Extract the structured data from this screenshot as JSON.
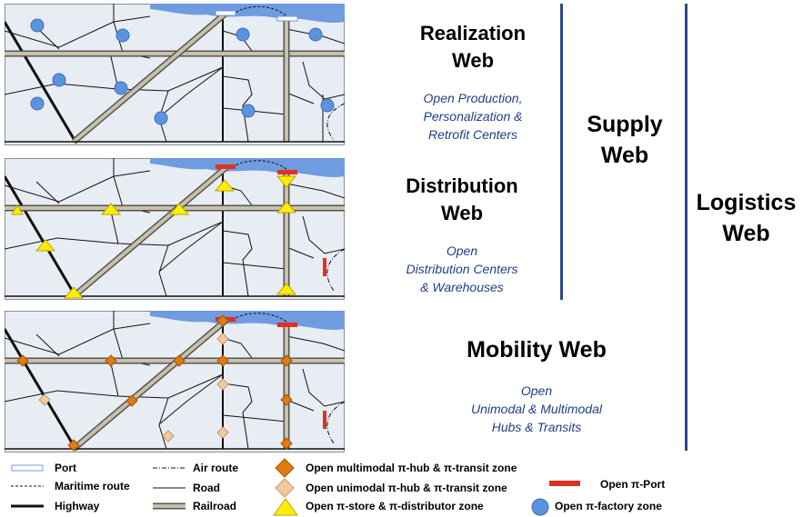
{
  "webs": {
    "realization": {
      "title_line1": "Realization",
      "title_line2": "Web",
      "desc": [
        "Open Production,",
        "Personalization &",
        "Retrofit Centers"
      ]
    },
    "distribution": {
      "title_line1": "Distribution",
      "title_line2": "Web",
      "desc": [
        "Open",
        "Distribution Centers",
        "& Warehouses"
      ]
    },
    "mobility": {
      "title": "Mobility Web",
      "desc": [
        "Open",
        "Unimodal & Multimodal",
        "Hubs & Transits"
      ]
    },
    "supply": {
      "title_line1": "Supply",
      "title_line2": "Web"
    },
    "logistics": {
      "title_line1": "Logistics",
      "title_line2": "Web"
    }
  },
  "legend": {
    "port": "Port",
    "maritime": "Maritime route",
    "highway": "Highway",
    "air": "Air route",
    "road": "Road",
    "railroad": "Railroad",
    "multimodal_hub": "Open multimodal π-hub & π-transit zone",
    "unimodal_hub": "Open unimodal π-hub & π-transit zone",
    "store": "Open π-store & π-distributor zone",
    "pi_port": "Open π-Port",
    "factory": "Open π-factory zone"
  },
  "colors": {
    "map_bg": "#e8ecf3",
    "water": "#6f9be0",
    "title_blue": "#1f3f86",
    "factory": "#5b93de",
    "store": "#ffee00",
    "multimodal": "#e07c10",
    "unimodal": "#f5c9a0",
    "pi_port": "#e03020"
  }
}
